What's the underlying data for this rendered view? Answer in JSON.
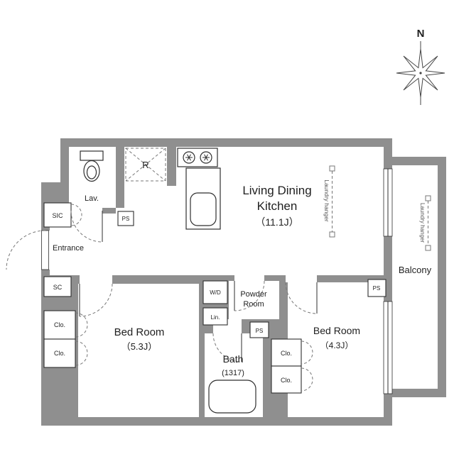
{
  "compass": {
    "north": "N"
  },
  "colors": {
    "wall": "#8f8f8f",
    "line": "#2f2f2f",
    "text": "#1f1f1f",
    "dash": "#777777"
  },
  "rooms": {
    "ldk": {
      "line1": "Living Dining",
      "line2": "Kitchen",
      "size": "（11.1J）"
    },
    "bedroom_main": {
      "name": "Bed Room",
      "size": "（5.3J）"
    },
    "bedroom_second": {
      "name": "Bed Room",
      "size": "（4.3J）"
    },
    "bath": {
      "name": "Bath",
      "size": "(1317)"
    },
    "powder": {
      "line1": "Powder",
      "line2": "Room"
    },
    "lavatory": {
      "label": "Lav."
    },
    "entrance": {
      "label": "Entrance"
    },
    "balcony": {
      "label": "Balcony"
    },
    "refrigerator": {
      "label": "R"
    }
  },
  "storage": {
    "sic": "SIC",
    "sc": "SC",
    "clo_left_1": "Clo.",
    "clo_left_2": "Clo.",
    "clo_right_1": "Clo.",
    "clo_right_2": "Clo.",
    "lin": "Lin.",
    "wd": "W/D"
  },
  "service": {
    "ps_top": "PS",
    "ps_bath": "PS",
    "ps_right": "PS"
  },
  "annotations": {
    "laundry_ldk": "Laundry hanger",
    "laundry_balcony": "Laundry hanger"
  }
}
